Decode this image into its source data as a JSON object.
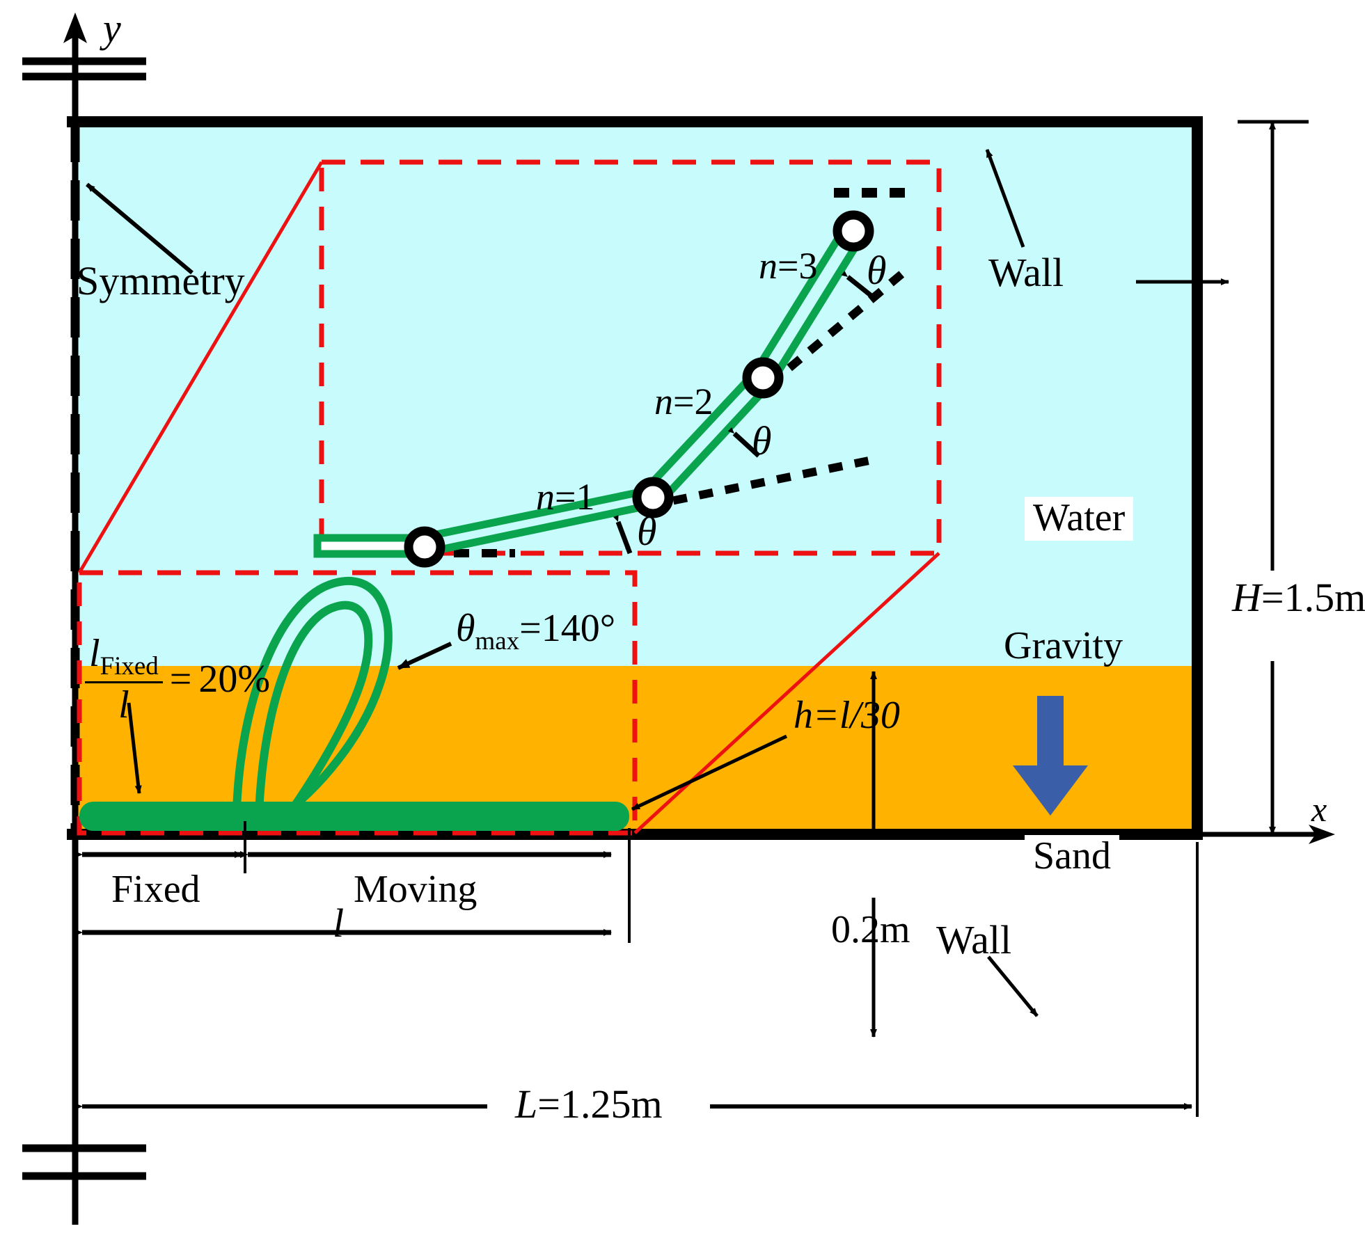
{
  "figure": {
    "type": "schematic-diagram",
    "subject": "Flexible plate in water over sand bed with segmented beam inset"
  },
  "axes": {
    "y_label": "y",
    "x_label": "x"
  },
  "domain": {
    "width_label": "L=1.25m",
    "height_label": "H=1.5m",
    "sand_depth_label": "0.2m",
    "water_fill": "#c8fbfb",
    "sand_fill": "#ffb300",
    "wall_color": "#000000"
  },
  "boundary_labels": {
    "symmetry": "Symmetry",
    "wall_top": "Wall",
    "wall_bottom": "Wall"
  },
  "media_labels": {
    "water": "Water",
    "sand": "Sand",
    "gravity": "Gravity"
  },
  "plate": {
    "color": "#0aa44f",
    "thickness_label": "h=l/30",
    "length_label": "l",
    "fixed_label": "Fixed",
    "moving_label": "Moving",
    "fixed_ratio_numerator": "l",
    "fixed_ratio_numerator_sub": "Fixed",
    "fixed_ratio_denominator": "l",
    "fixed_ratio_equals": "=",
    "fixed_ratio_value": "20%",
    "theta_max_label": "θ",
    "theta_max_sub": "max",
    "theta_max_value": "=140°"
  },
  "inset": {
    "border_color": "#ee1111",
    "segments": [
      {
        "name": "n=1",
        "label": "n=1"
      },
      {
        "name": "n=2",
        "label": "n=2"
      },
      {
        "name": "n=3",
        "label": "n=3"
      }
    ],
    "angle_labels": [
      "θ",
      "θ",
      "θ"
    ],
    "hinge_count": 3,
    "hinge_fill": "#ffffff",
    "hinge_stroke": "#000000"
  },
  "gravity_arrow": {
    "color": "#3b5ea8",
    "direction": "down"
  }
}
